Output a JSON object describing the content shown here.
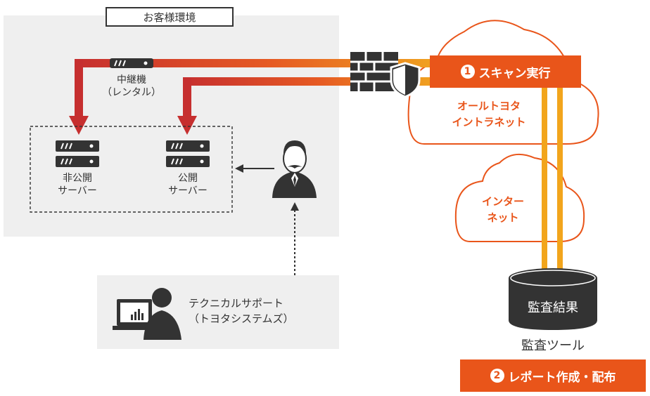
{
  "customer_env": {
    "title": "お客様環境"
  },
  "relay": {
    "label_line1": "中継機",
    "label_line2": "（レンタル）"
  },
  "servers": [
    {
      "line1": "非公開",
      "line2": "サーバー"
    },
    {
      "line1": "公開",
      "line2": "サーバー"
    }
  ],
  "support": {
    "line1": "テクニカルサポート",
    "line2": "（トヨタシステムズ）"
  },
  "scan": {
    "step": "1",
    "label": "スキャン実行"
  },
  "intranet": {
    "line1": "オールトヨタ",
    "line2": "イントラネット"
  },
  "internet": {
    "line1": "インター",
    "line2": "ネット"
  },
  "database": {
    "label": "監査結果"
  },
  "tool": {
    "label": "監査ツール"
  },
  "report": {
    "step": "2",
    "label": "レポート作成・配布"
  },
  "colors": {
    "orange": "#e9551a",
    "red": "#c62f2f",
    "gold": "#f2a51c",
    "gray_bg": "#efefef",
    "dark": "#333333"
  }
}
